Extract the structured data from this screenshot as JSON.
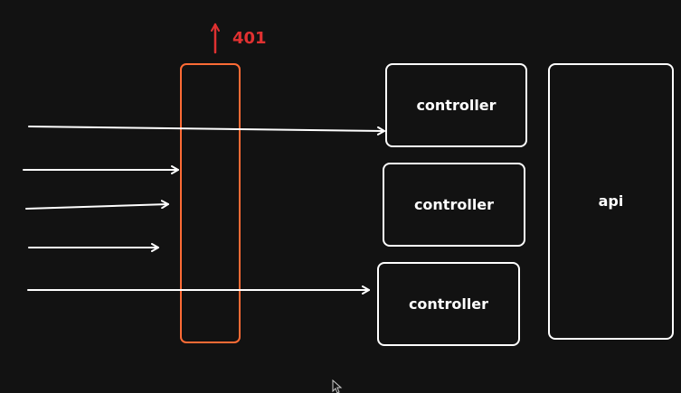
{
  "diagram": {
    "status_code": "401",
    "controllers": [
      {
        "label": "controller"
      },
      {
        "label": "controller"
      },
      {
        "label": "controller"
      }
    ],
    "api": {
      "label": "api"
    }
  },
  "colors": {
    "background": "#121212",
    "stroke": "#ffffff",
    "middleware": "#ff6b35",
    "status": "#e03131"
  },
  "icons": {
    "cursor": "mouse-pointer-icon"
  }
}
